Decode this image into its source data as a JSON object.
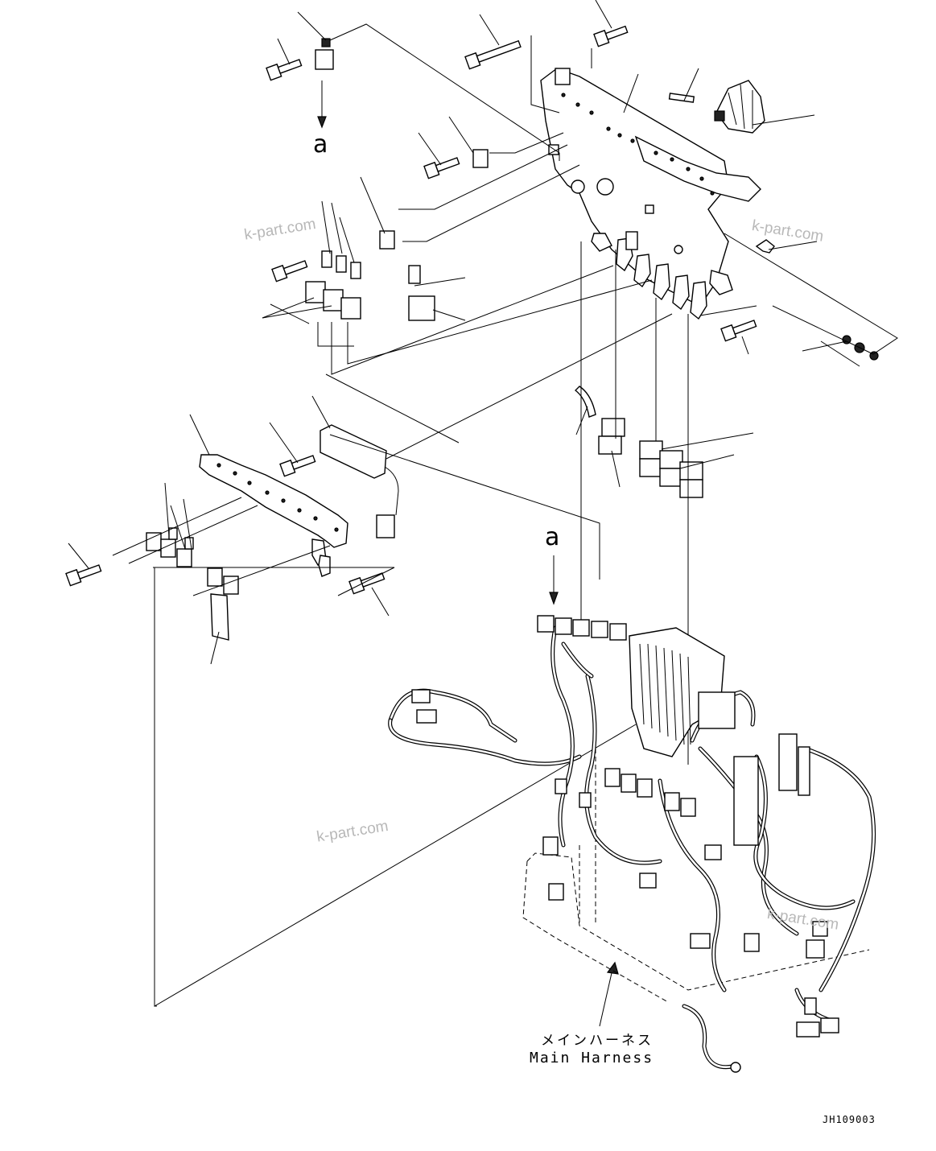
{
  "diagram": {
    "view_reference_top": "a",
    "view_reference_harness": "a",
    "harness_label_jp": "メインハーネス",
    "harness_label_en": "Main Harness",
    "drawing_code": "JH109003",
    "watermarks": [
      "k-part.com",
      "k-part.com",
      "k-part.com",
      "k-part.com"
    ],
    "line_color": "#000000",
    "watermark_color": "#b8b8b8"
  }
}
